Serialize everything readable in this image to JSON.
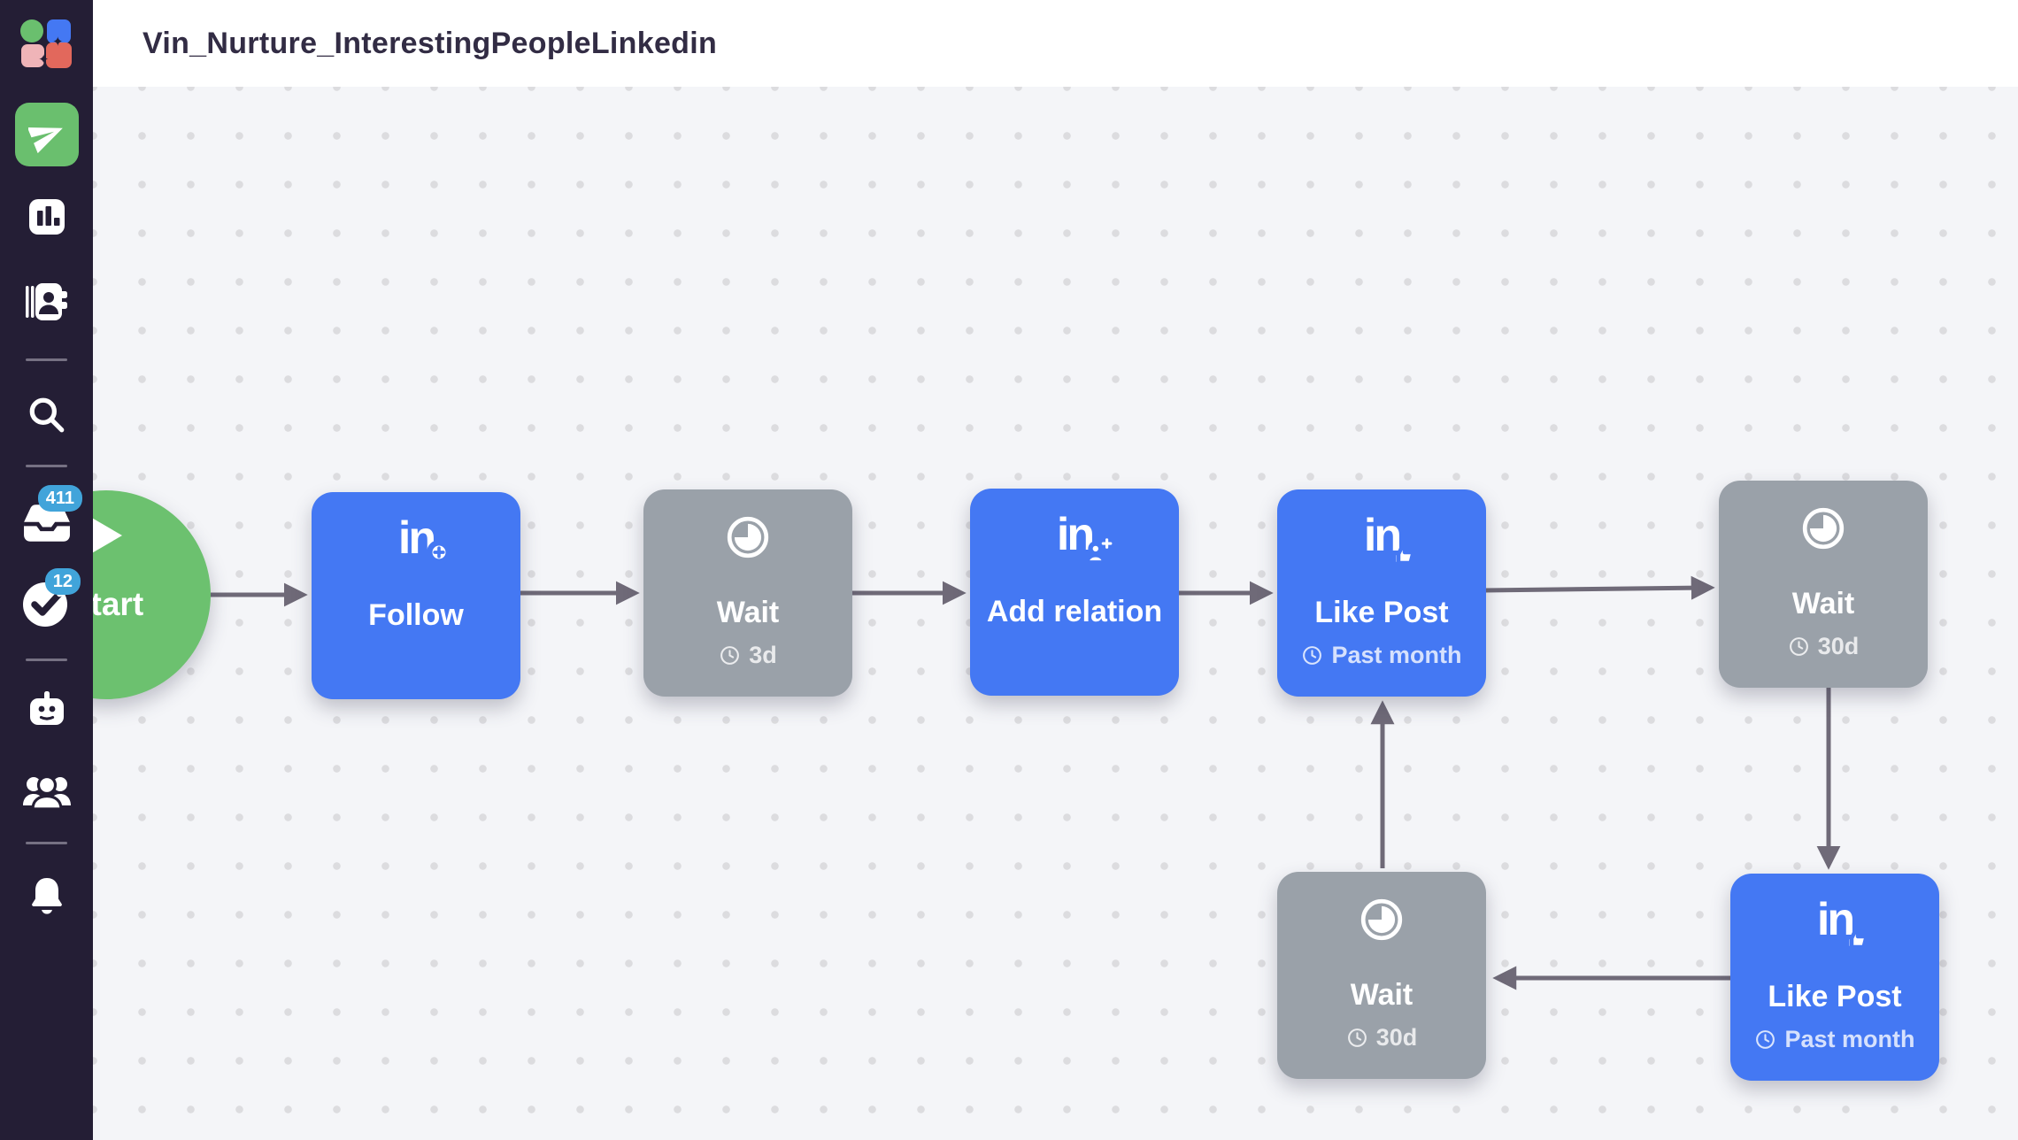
{
  "header": {
    "title": "Vin_Nurture_InterestingPeopleLinkedin"
  },
  "sidebar": {
    "badges": {
      "inbox_count": "411",
      "tasks_count": "12"
    },
    "icons": [
      "app-logo",
      "send-campaign-icon",
      "stats-icon",
      "contacts-icon",
      "search-icon",
      "inbox-icon",
      "tasks-check-icon",
      "robot-icon",
      "team-icon",
      "bell-icon"
    ],
    "active_item": "send-campaign"
  },
  "canvas": {
    "linkedin_glyph": "in",
    "nodes": [
      {
        "id": "start",
        "type": "start",
        "label": "Start"
      },
      {
        "id": "follow",
        "type": "action",
        "label": "Follow"
      },
      {
        "id": "wait-3d",
        "type": "wait",
        "label": "Wait",
        "sublabel": "3d"
      },
      {
        "id": "add-relation",
        "type": "action",
        "label": "Add relation"
      },
      {
        "id": "like-post-1",
        "type": "action",
        "label": "Like Post",
        "sublabel": "Past month"
      },
      {
        "id": "wait-30d-1",
        "type": "wait",
        "label": "Wait",
        "sublabel": "30d"
      },
      {
        "id": "like-post-2",
        "type": "action",
        "label": "Like Post",
        "sublabel": "Past month"
      },
      {
        "id": "wait-30d-2",
        "type": "wait",
        "label": "Wait",
        "sublabel": "30d"
      }
    ],
    "edges": [
      "start->follow",
      "follow->wait-3d",
      "wait-3d->add-relation",
      "add-relation->like-post-1",
      "like-post-1->wait-30d-1",
      "wait-30d-1->like-post-2",
      "like-post-2->wait-30d-2",
      "wait-30d-2->like-post-1"
    ]
  },
  "colors": {
    "sidebar_bg": "#241e35",
    "action_blue": "#4478f3",
    "wait_gray": "#9aa1a9",
    "start_green": "#6cc16f",
    "arrow": "#6f6a78",
    "badge_blue": "#41a4da",
    "canvas_bg": "#f4f5f8",
    "dot": "#dcdcdf",
    "title_text": "#322c44"
  }
}
